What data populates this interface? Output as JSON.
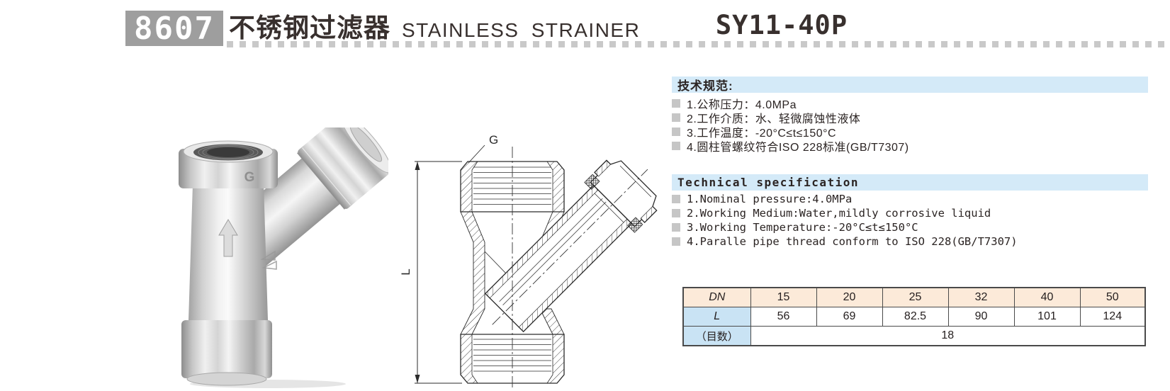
{
  "header": {
    "product_code": "8607",
    "title_cn": "不锈钢过滤器",
    "title_en": "STAINLESS STRAINER",
    "model": "SY11-40P"
  },
  "specs_cn": {
    "heading": "技术规范:",
    "items": [
      "1.公称压力：4.0MPa",
      "2.工作介质：水、轻微腐蚀性液体",
      "3.工作温度：-20°C≤t≤150°C",
      "4.圆柱管螺纹符合ISO 228标准(GB/T7307)"
    ]
  },
  "specs_en": {
    "heading": "Technical specification",
    "items": [
      "1.Nominal pressure:4.0MPa",
      "2.Working Medium:Water,mildly corrosive liquid",
      "3.Working Temperature:-20°C≤t≤150°C",
      "4.Paralle pipe thread conform to ISO 228(GB/T7307)"
    ]
  },
  "drawing": {
    "port_label": "G",
    "dim_label": "L"
  },
  "photo": {
    "marking": "G"
  },
  "size_table": {
    "rows": [
      {
        "label": "DN",
        "values": [
          "15",
          "20",
          "25",
          "32",
          "40",
          "50"
        ]
      },
      {
        "label": "L",
        "values": [
          "56",
          "69",
          "82.5",
          "90",
          "101",
          "124"
        ]
      },
      {
        "label": "（目数）",
        "merged_value": "18"
      }
    ]
  },
  "colors": {
    "band_blue": "#d4eaf8",
    "cell_blue": "#c9e3f4",
    "header_cream": "#fcead9",
    "ink": "#2b2423",
    "code_box_gray": "#9e9e9e",
    "dot_gray": "#c9c9c9",
    "bullet_gray": "#c6c6c6"
  }
}
